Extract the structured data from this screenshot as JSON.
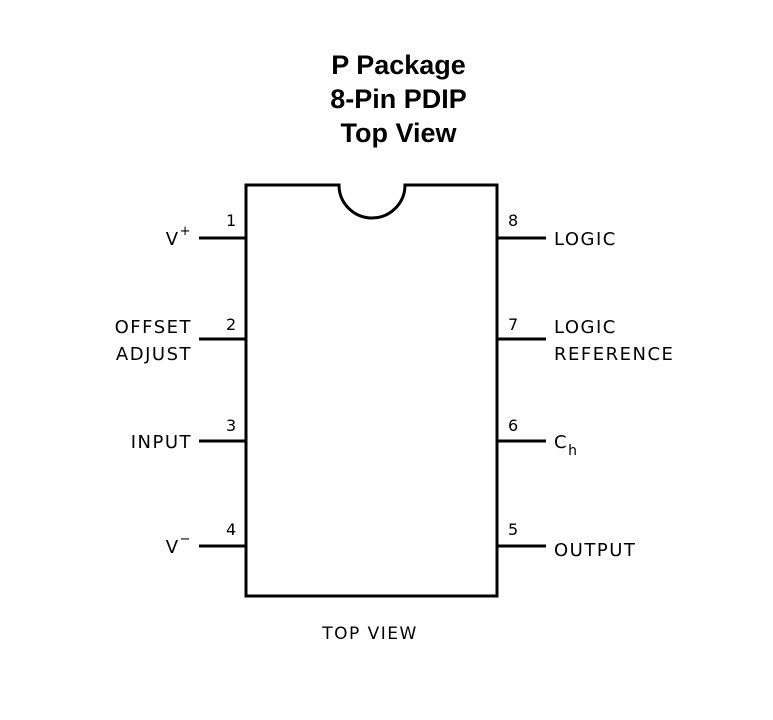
{
  "title": {
    "line1": "P Package",
    "line2": "8-Pin PDIP",
    "line3": "Top View"
  },
  "pins": [
    {
      "number": "1",
      "label": "V",
      "superscript": "+"
    },
    {
      "number": "2",
      "label_line1": "OFFSET",
      "label_line2": "ADJUST"
    },
    {
      "number": "3",
      "label": "INPUT"
    },
    {
      "number": "4",
      "label": "V",
      "superscript": "−"
    },
    {
      "number": "5",
      "label": "OUTPUT"
    },
    {
      "number": "6",
      "label": "C",
      "subscript": "h"
    },
    {
      "number": "7",
      "label_line1": "LOGIC",
      "label_line2": "REFERENCE"
    },
    {
      "number": "8",
      "label": "LOGIC"
    }
  ],
  "caption": "TOP VIEW",
  "colors": {
    "stroke": "#000000",
    "background": "#ffffff"
  }
}
